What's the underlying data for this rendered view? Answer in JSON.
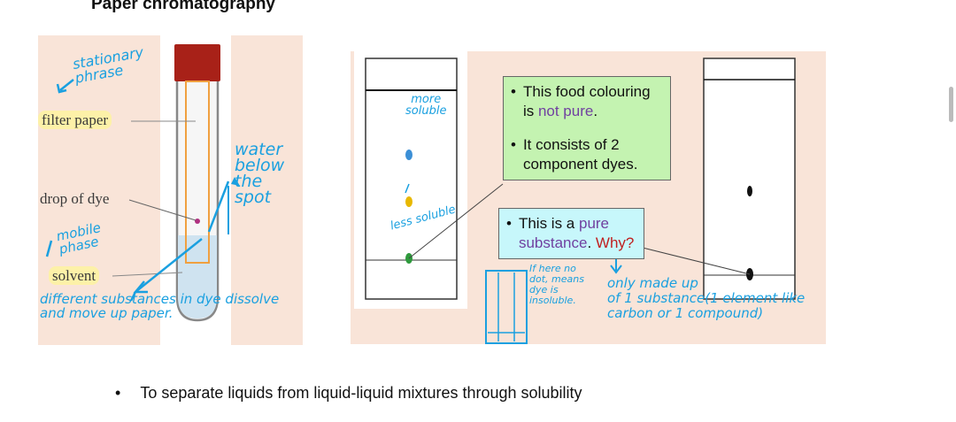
{
  "heading": "Paper chromatography",
  "left_diagram": {
    "labels": {
      "filter_paper": "filter paper",
      "drop_of_dye": "drop of dye",
      "solvent": "solvent"
    },
    "annotations": {
      "stationary_phase": "stationary\nphrase",
      "water_below": "water\nbelow\nthe\nspot",
      "mobile_phase": "mobile\nphase",
      "different_substances": "different substances in dye dissolve\nand move up paper."
    }
  },
  "right_diagram": {
    "annotations": {
      "more_soluble": "more\nsoluble",
      "less_soluble": "less soluble",
      "if_here": "If here no\ndot, means\ndye is\ninsoluble.",
      "only_made_up": "only made up\nof 1 substance(1 element like\ncarbon or 1 compound)"
    },
    "green_box": {
      "item1_a": "This food colouring",
      "item1_b": "is ",
      "item1_c": "not pure",
      "item1_d": ".",
      "item2_a": "It consists of 2",
      "item2_b": "component dyes."
    },
    "cyan_box": {
      "a": "This is a ",
      "b": "pure",
      "c": "substance",
      "d": ".",
      "e": "Why?"
    },
    "colors": {
      "blue_dot": "#3b8fd6",
      "yellow_dot": "#e8b800",
      "green_dot": "#2e9a3c"
    }
  },
  "bullet_text": "To separate liquids from liquid-liquid mixtures through solubility"
}
